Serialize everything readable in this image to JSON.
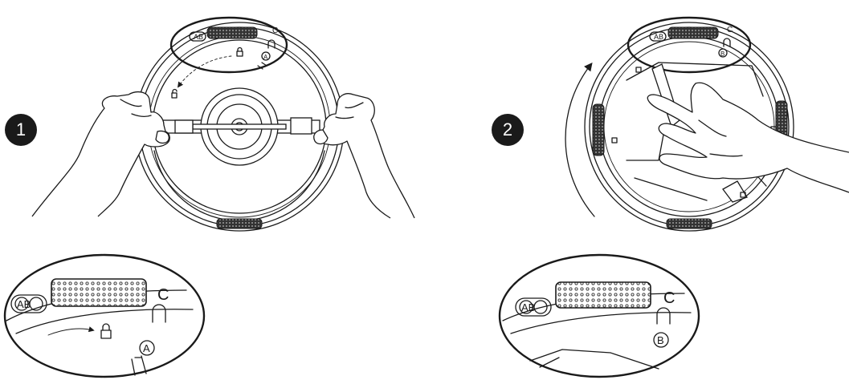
{
  "steps": [
    {
      "number": "1"
    },
    {
      "number": "2"
    }
  ],
  "labels": {
    "port_pair": "AB",
    "port_c": "C",
    "port_a_circled": "A",
    "port_b_circled": "B"
  },
  "icons": {
    "lock": "lock-icon",
    "unlock": "unlock-icon",
    "rotation": "rotation-arrow-icon"
  }
}
